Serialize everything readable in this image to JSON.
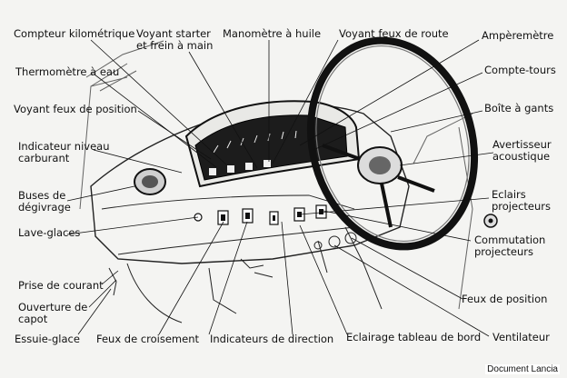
{
  "labels": {
    "compteur_km": "Compteur kilométrique",
    "voyant_starter_1": "Voyant starter",
    "voyant_starter_2": "et frein à main",
    "manometre": "Manomètre à huile",
    "voyant_feux_route": "Voyant feux de route",
    "amperemetre": "Ampèremètre",
    "thermometre": "Thermomètre à eau",
    "compte_tours": "Compte-tours",
    "voyant_position": "Voyant feux de position",
    "boite_gants": "Boîte à gants",
    "niveau_carb_1": "Indicateur niveau",
    "niveau_carb_2": "carburant",
    "avertisseur_1": "Avertisseur",
    "avertisseur_2": "acoustique",
    "buses_1": "Buses de",
    "buses_2": "dégivrage",
    "eclairs_1": "Eclairs",
    "eclairs_2": "projecteurs",
    "commutation_1": "Commutation",
    "commutation_2": "projecteurs",
    "lave_glaces": "Lave-glaces",
    "prise_courant": "Prise de courant",
    "ouverture_1": "Ouverture de",
    "ouverture_2": "capot",
    "feux_position": "Feux de position",
    "essuie_glace": "Essuie-glace",
    "feux_croisement": "Feux de croisement",
    "indicateurs_direction": "Indicateurs de direction",
    "eclairage_tableau": "Eclairage tableau de bord",
    "ventilateur": "Ventilateur"
  },
  "credit": "Document Lancia"
}
